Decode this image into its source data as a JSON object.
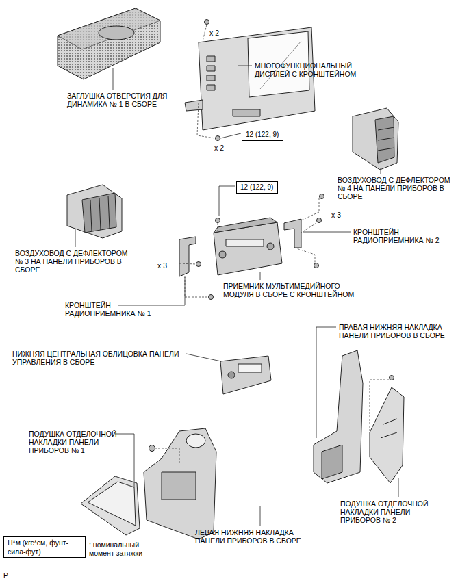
{
  "diagram": {
    "nodes": [
      {
        "text": [
          "12 (122, 9)"
        ]
      },
      {
        "text": [
          "12 (122, 9)"
        ]
      },
      {
        "text": [
          "Н*м (кгс*см, фунт-сила-фут)"
        ]
      }
    ],
    "labels": [
      "x 2",
      "ЗАГЛУШКА ОТВЕРСТИЯ ДЛЯ ДИНАМИКА № 1 В СБОРЕ",
      "МНОГОФУНКЦИОНАЛЬНЫЙ ДИСПЛЕЙ С КРОНШТЕЙНОМ",
      "x 2",
      "ВОЗДУХОВОД С ДЕФЛЕКТОРОМ № 4 НА ПАНЕЛИ ПРИБОРОВ В СБОРЕ",
      "x 3",
      "КРОНШТЕЙН РАДИОПРИЕМНИКА № 2",
      "ВОЗДУХОВОД С ДЕФЛЕКТОРОМ № 3 НА ПАНЕЛИ ПРИБОРОВ В СБОРЕ",
      "x 3",
      "ПРИЕМНИК МУЛЬТИМЕДИЙНОГО МОДУЛЯ В СБОРЕ С КРОНШТЕЙНОМ",
      "КРОНШТЕЙН РАДИОПРИЕМНИКА № 1",
      "ПРАВАЯ НИЖНЯЯ НАКЛАДКА ПАНЕЛИ ПРИБОРОВ В СБОРЕ",
      "НИЖНЯЯ ЦЕНТРАЛЬНАЯ ОБЛИЦОВКА ПАНЕЛИ УПРАВЛЕНИЯ В СБОРЕ",
      "ПОДУШКА ОТДЕЛОЧНОЙ НАКЛАДКИ ПАНЕЛИ ПРИБОРОВ № 1",
      "ПОДУШКА ОТДЕЛОЧНОЙ НАКЛАДКИ ПАНЕЛИ ПРИБОРОВ № 2",
      "ЛЕВАЯ НИЖНЯЯ НАКЛАДКА ПАНЕЛИ ПРИБОРОВ В СБОРЕ",
      ": номинальный момент затяжки",
      "P"
    ]
  }
}
